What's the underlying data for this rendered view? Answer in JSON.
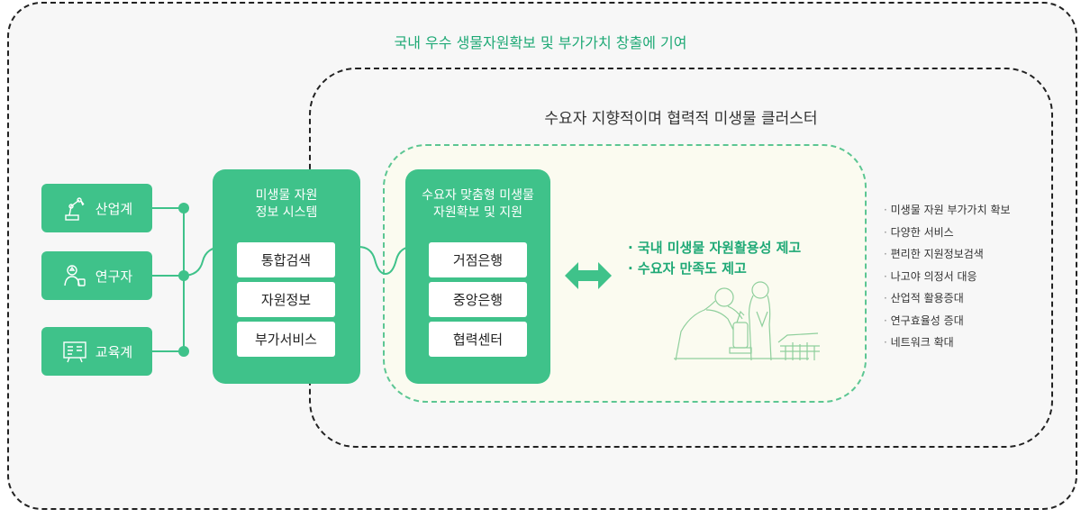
{
  "outer_title": "국내 우수 생물자원확보 및 부가가치 창출에 기여",
  "cluster_title": "수요자 지향적이며 협력적 미생물 클러스터",
  "sectors": [
    {
      "label": "산업계",
      "icon": "robot-arm-icon"
    },
    {
      "label": "연구자",
      "icon": "researcher-icon"
    },
    {
      "label": "교육계",
      "icon": "presentation-board-icon"
    }
  ],
  "info_system": {
    "title_line1": "미생물 자원",
    "title_line2": "정보 시스템",
    "items": [
      "통합검색",
      "자원정보",
      "부가서비스"
    ]
  },
  "custom_support": {
    "title_line1": "수요자 맞춤형 미생물",
    "title_line2": "자원확보 및 지원",
    "items": [
      "거점은행",
      "중앙은행",
      "협력센터"
    ]
  },
  "benefits": [
    "· 국내 미생물 자원활용성 제고",
    "· 수요자 만족도 제고"
  ],
  "effects": [
    "미생물 자원 부가가치 확보",
    "다양한 서비스",
    "편리한 지원정보검색",
    "나고야 의정서 대응",
    "산업적 활용증대",
    "연구효율성 증대",
    "네트워크 확대"
  ],
  "colors": {
    "accent": "#3fc28a",
    "accent_text": "#1fa976"
  }
}
